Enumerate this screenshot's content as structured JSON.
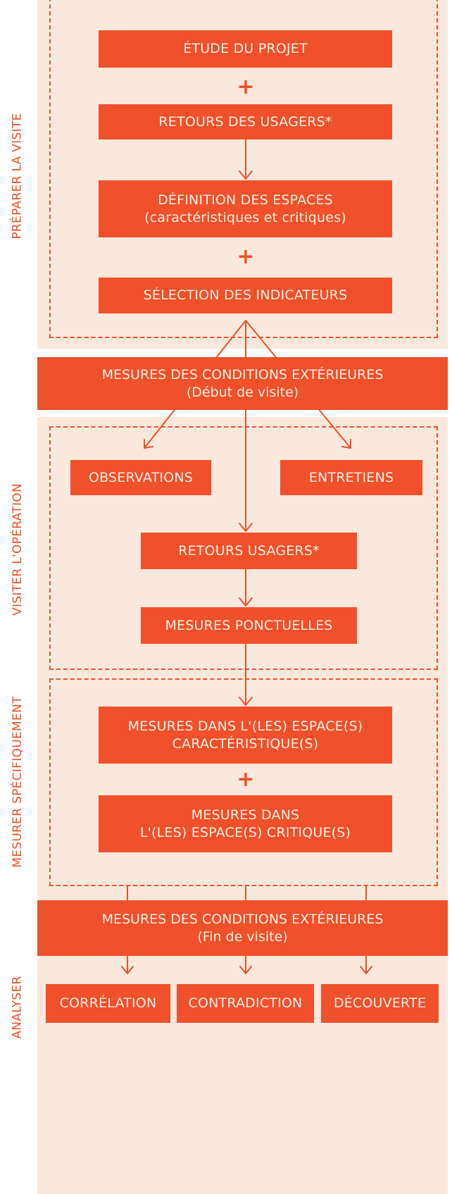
{
  "sections": {
    "preparer": "PRÉPARER LA VISITE",
    "visiter": "VISITER L'OPÉRATION",
    "mesurer": "MESURER SPÉCIFIQUEMENT",
    "analyser": "ANALYSER"
  },
  "preparer": {
    "etude": "ÉTUDE DU PROJET",
    "retours": "RETOURS DES USAGERS*",
    "definition_line1": "DÉFINITION DES ESPACES",
    "definition_line2": "(caractéristiques et critiques)",
    "selection": "SÉLECTION DES INDICATEURS",
    "plus": "+"
  },
  "mesures_debut": {
    "line1": "MESURES DES CONDITIONS EXTÉRIEURES",
    "line2": "(Début de visite)"
  },
  "visiter": {
    "observations": "OBSERVATIONS",
    "entretiens": "ENTRETIENS",
    "retours_usagers": "RETOURS USAGERS*",
    "mesures_ponctuelles": "MESURES PONCTUELLES"
  },
  "mesurer": {
    "caracteristique_line1": "MESURES DANS L'(LES) ESPACE(S)",
    "caracteristique_line2": "CARACTÉRISTIQUE(S)",
    "critique_line1": "MESURES DANS",
    "critique_line2": "L'(LES) ESPACE(S) CRITIQUE(S)",
    "plus": "+"
  },
  "mesures_fin": {
    "line1": "MESURES DES CONDITIONS EXTÉRIEURES",
    "line2": "(Fin de visite)"
  },
  "analyser": {
    "correlation": "CORRÉLATION",
    "contradiction": "CONTRADICTION",
    "decouverte": "DÉCOUVERTE"
  },
  "colors": {
    "accent": "#f0502a",
    "panel": "#fbe8dc",
    "box_text": "#fdeee6"
  }
}
